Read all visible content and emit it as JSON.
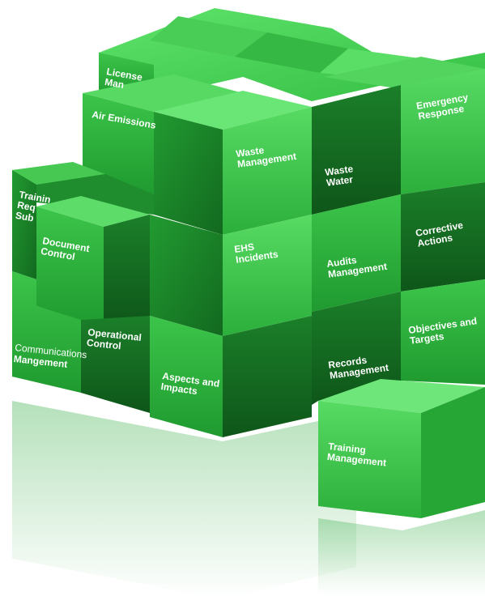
{
  "modules": {
    "license": [
      "License",
      "Man"
    ],
    "air_emissions": [
      "Air Emissions"
    ],
    "emergency_response": [
      "Emergency",
      "Response"
    ],
    "waste_management": [
      "Waste",
      "Management"
    ],
    "waste_water": [
      "Waste",
      "Water"
    ],
    "training_req": [
      "Trainin",
      "Req",
      "Sub"
    ],
    "document_control": [
      "Document",
      "Control"
    ],
    "ehs_incidents": [
      "EHS",
      "Incidents"
    ],
    "audits_management": [
      "Audits",
      "Management"
    ],
    "corrective_actions": [
      "Corrective",
      "Actions"
    ],
    "operational_control": [
      "Operational",
      "Control"
    ],
    "objectives_targets": [
      "Objectives and",
      "Targets"
    ],
    "communications": [
      "Communications",
      "Mangement"
    ],
    "aspects_impacts": [
      "Aspects and",
      "Impacts"
    ],
    "records_management": [
      "Records",
      "Management"
    ],
    "training_management": [
      "Training",
      "Management"
    ]
  },
  "colors": {
    "green_light": "#4fd85c",
    "green_mid": "#2fb33e",
    "green_dark": "#1a7a28",
    "green_darkest": "#0f5a1b"
  }
}
